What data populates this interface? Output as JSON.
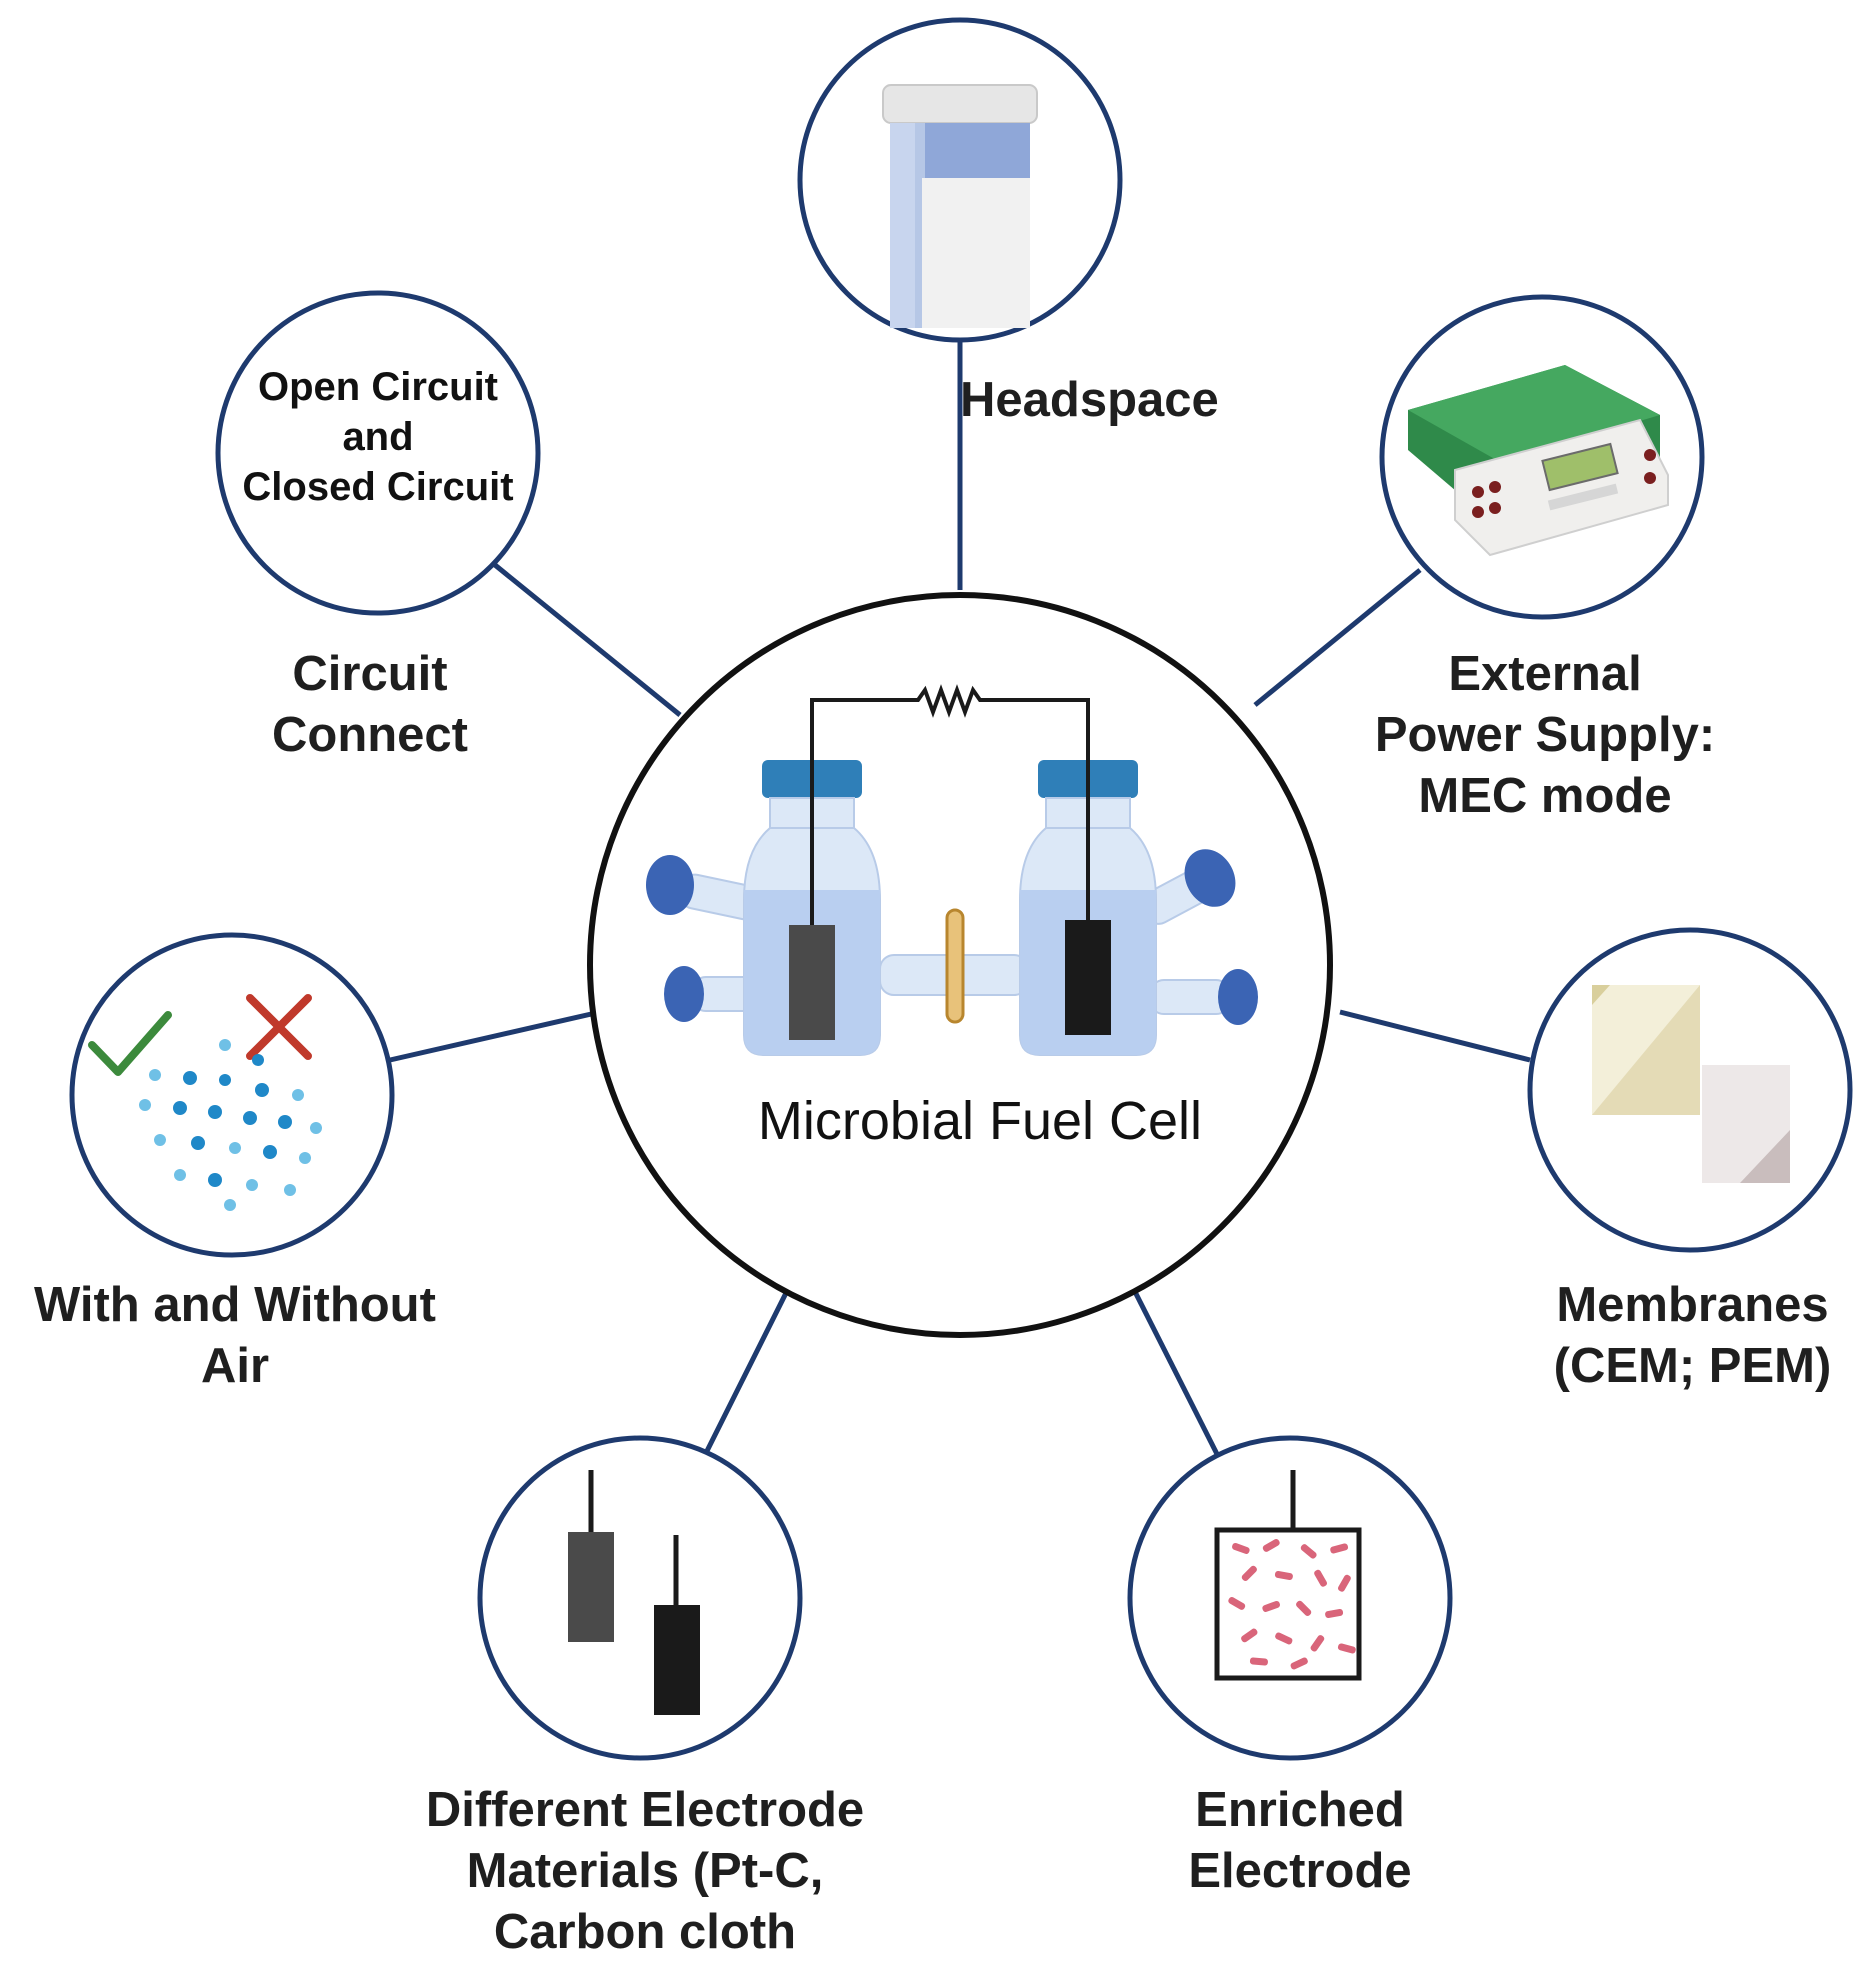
{
  "center": {
    "title": "Microbial Fuel Cell"
  },
  "nodes": {
    "headspace": {
      "label": [
        "Headspace"
      ]
    },
    "circuit": {
      "inner": [
        "Open Circuit",
        "and",
        "Closed Circuit"
      ],
      "label": [
        "Circuit",
        "Connect"
      ]
    },
    "power": {
      "label": [
        "External",
        "Power Supply:",
        "MEC mode"
      ]
    },
    "air": {
      "label": [
        "With and Without",
        "Air"
      ]
    },
    "membranes": {
      "label": [
        "Membranes",
        "(CEM; PEM)"
      ]
    },
    "electrode_materials": {
      "label": [
        "Different Electrode",
        "Materials (Pt-C,",
        "Carbon cloth"
      ]
    },
    "enriched": {
      "label": [
        "Enriched",
        "Electrode"
      ]
    }
  },
  "colors": {
    "ring": "#1e3a6e",
    "connector": "#1e3a6e",
    "bottle_cap": "#2f7fb8",
    "port_cap": "#3b64b4",
    "electrode_dark": "#1a1a1a",
    "electrode_gray": "#4a4a4a",
    "check": "#3c8a3c",
    "cross": "#c0392b",
    "bacteria": "#d9657a"
  }
}
